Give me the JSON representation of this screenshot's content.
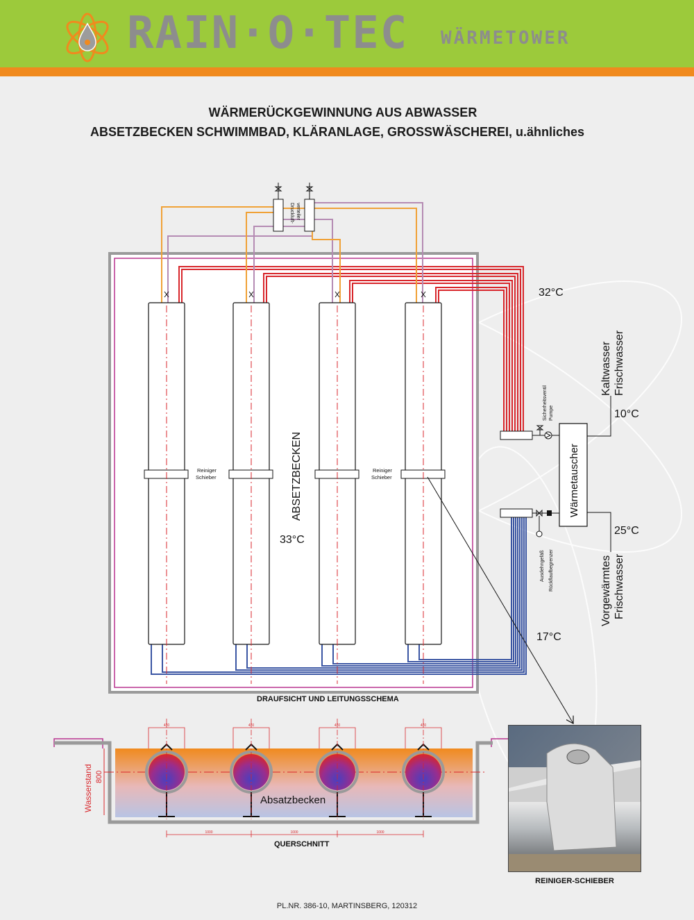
{
  "header": {
    "brand": "RAIN·O·TEC",
    "subbrand": "WÄRMETOWER",
    "colors": {
      "green": "#9cca3b",
      "orange": "#f08a1e",
      "grey": "#8d8d8d"
    }
  },
  "title": {
    "line1": "WÄRMERÜCKGEWINNUNG AUS ABWASSER",
    "line2": "ABSETZBECKEN SCHWIMMBAD, KLÄRANLAGE, GROSSWÄSCHEREI, u.ähnliches"
  },
  "plan": {
    "caption": "DRAUFSICHT UND LEITUNGSSCHEMA",
    "basin_label": "ABSETZBECKEN",
    "basin_temp": "33°C",
    "distributor_label": [
      "Druckluft-",
      "verteiler"
    ],
    "cleaner_labels": [
      {
        "line1": "Reiniger",
        "line2": "Schieber"
      },
      {
        "line1": "Reiniger",
        "line2": "Schieber"
      }
    ],
    "hot_temp": "32°C",
    "return_temp": "17°C",
    "safety_valve": "Sicherheitsventil",
    "pump": "Pumpe",
    "expansion": "Ausdehngefäß",
    "backflow": "Rückflaufbegrenzer",
    "exchanger": "Wärmetauscher",
    "cold_water": {
      "line1": "Kaltwasser",
      "line2": "Frischwasser",
      "temp": "10°C"
    },
    "warm_water": {
      "line1": "Vorgewärmtes",
      "line2": "Frischwasser",
      "temp": "25°C"
    },
    "colors": {
      "hot": "#d8262b",
      "return": "#3a55a3",
      "air_orange": "#f0a136",
      "air_purple": "#b58bb3",
      "axis": "#d8262b",
      "basin_border": "#b8338f"
    }
  },
  "section": {
    "caption": "QUERSCHNITT",
    "basin_label": "Absatzbecken",
    "water_level_label": "Wasserstand",
    "water_level_value": "800",
    "pipe_width": "480",
    "spacings": [
      "1000",
      "1000",
      "1000"
    ]
  },
  "photo": {
    "caption": "REINIGER-SCHIEBER"
  },
  "footer": {
    "text": "PL.NR. 386-10, MARTINSBERG, 120312"
  }
}
